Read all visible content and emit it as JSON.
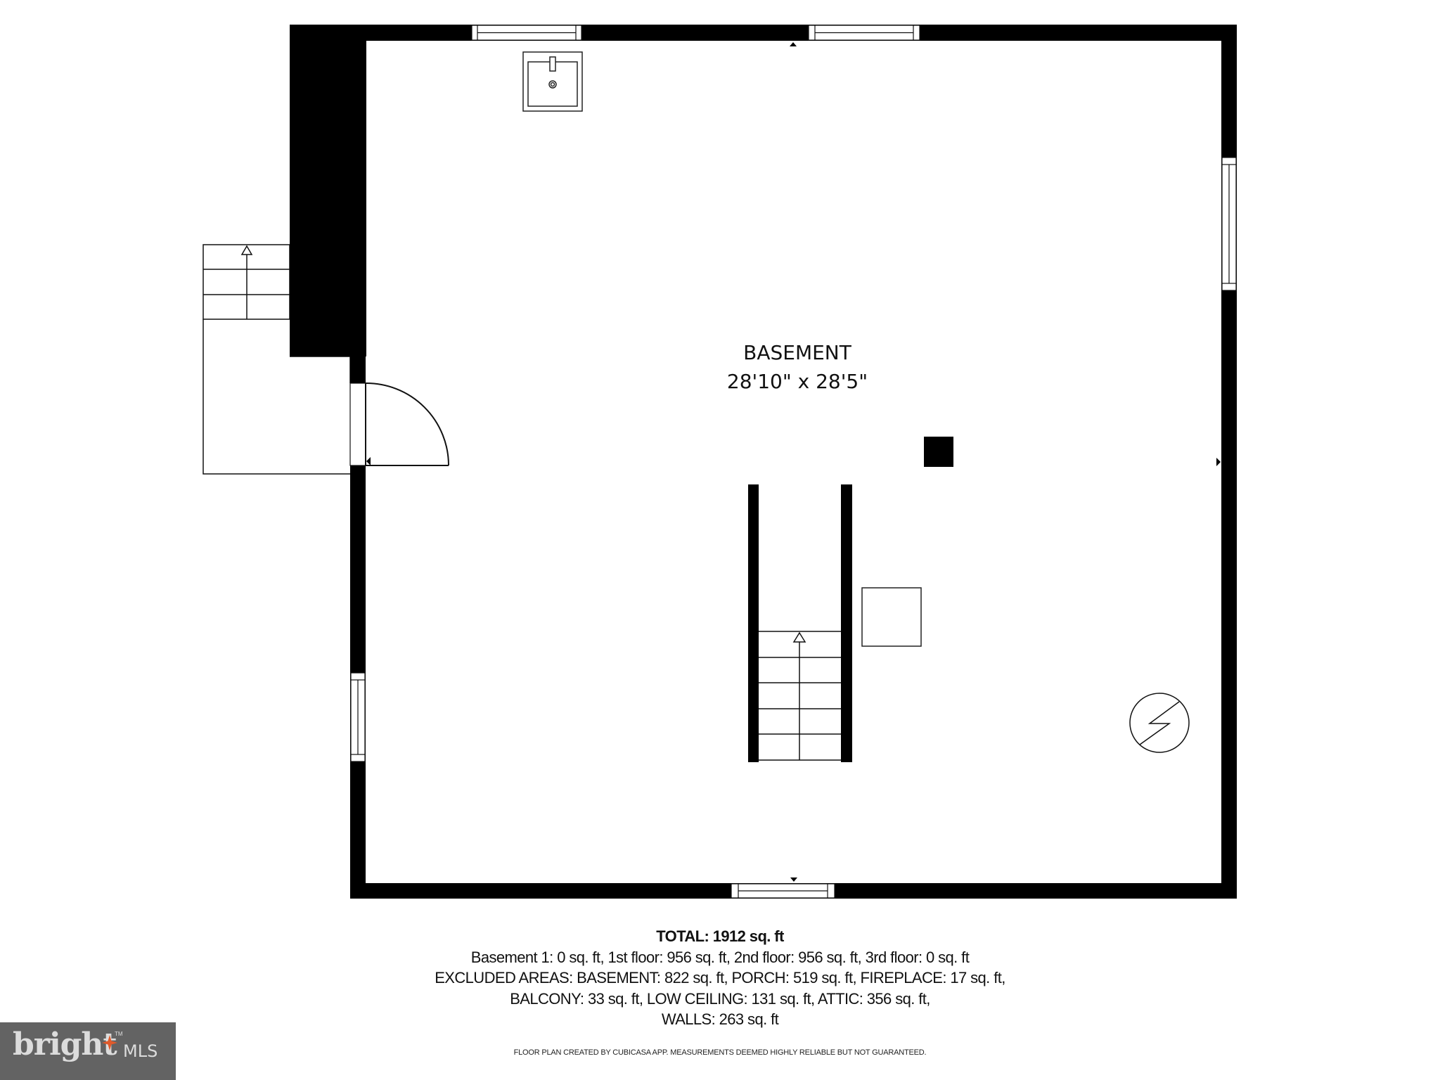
{
  "colors": {
    "wall": "#000000",
    "background": "#ffffff",
    "line": "#111111",
    "logo_bg": "#636363",
    "logo_text": "#dcdcdc",
    "logo_star": "#e05a2b"
  },
  "room": {
    "name": "BASEMENT",
    "dimensions": "28'10\" x 28'5\""
  },
  "summary": {
    "total": "TOTAL: 1912 sq. ft",
    "floors": "Basement 1: 0 sq. ft, 1st floor: 956 sq. ft, 2nd floor: 956 sq. ft, 3rd floor: 0 sq. ft",
    "excluded_line1": "EXCLUDED AREAS: BASEMENT: 822 sq. ft, PORCH: 519 sq. ft, FIREPLACE: 17 sq. ft,",
    "excluded_line2": "BALCONY: 33 sq. ft, LOW CEILING: 131 sq. ft, ATTIC: 356 sq. ft,",
    "excluded_line3": "WALLS: 263 sq. ft"
  },
  "disclaimer": "FLOOR PLAN CREATED BY CUBICASA APP. MEASUREMENTS DEEMED HIGHLY RELIABLE BUT NOT GUARANTEED.",
  "logo": {
    "brand": "bright",
    "tm": "TM",
    "suffix": "MLS"
  },
  "symbols": {
    "sink": "sink-icon",
    "electrical_panel": "electrical-panel-icon",
    "column": "column",
    "stairs_interior": "stairs-up-arrow",
    "stairs_exterior": "stairs-up-arrow",
    "door": "door-swing",
    "windows": 5
  }
}
